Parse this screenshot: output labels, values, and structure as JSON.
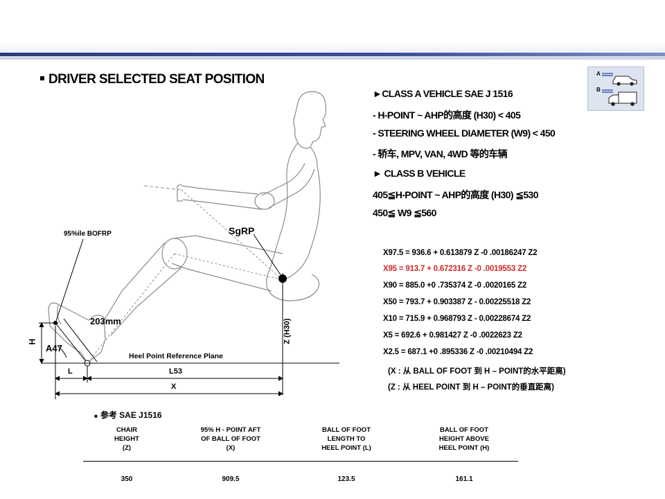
{
  "header": {
    "title": "DRIVER SELECTED SEAT POSITION"
  },
  "class_lines": [
    "►CLASS A VEHICLE  SAE J 1516",
    "- H-POINT ~ AHP的高度 (H30) < 405",
    "- STEERING WHEEL DIAMETER (W9) < 450",
    "- 轿车, MPV, VAN, 4WD 等的车辆",
    "► CLASS B VEHICLE",
    "405≦H-POINT ~ AHP的高度 (H30) ≦530",
    "450≦  W9  ≦560"
  ],
  "class_icon": {
    "label_a": "A",
    "label_b": "B",
    "icon_a": "car-icon",
    "icon_b": "truck-icon"
  },
  "equations": [
    {
      "name": "X97.5",
      "text": "X97.5 =   936.6  + 0.613879  Z -0 .00186247   Z2",
      "color": "#000000"
    },
    {
      "name": "X95",
      "text": "X95    =     913.7  + 0.672316  Z -0 .0019553   Z2",
      "color": "#cc2a2a"
    },
    {
      "name": "X90",
      "text": "X90    =     885.0  +0 .735374  Z -0 .0020165   Z2",
      "color": "#000000"
    },
    {
      "name": "X50",
      "text": "X50    =     793.7  + 0.903387  Z - 0.00225518   Z2",
      "color": "#000000"
    },
    {
      "name": "X10",
      "text": "X10    =     715.9  + 0.968793  Z - 0.00228674   Z2",
      "color": "#000000"
    },
    {
      "name": "X5",
      "text": "X5      =       692.6  + 0.981427  Z -0 .0022623    Z2",
      "color": "#000000"
    },
    {
      "name": "X2.5",
      "text": "X2.5 =    687.1  +0 .895336  Z -0 .00210494   Z2",
      "color": "#000000"
    }
  ],
  "notes": [
    "(X : 从 BALL  OF FOOT  到 H – POINT的水平距离)",
    "(Z : 从 HEEL POINT  到 H – POINT的垂直距离)"
  ],
  "diagram_labels": {
    "bofrp": "95%ile BOFRP",
    "sgrp": "SgRP",
    "dim_203": "203mm",
    "h": "H",
    "a47": "A47",
    "heel_plane": "Heel Point Reference  Plane",
    "z_h30": "Z (H30)",
    "l": "L",
    "l53": "L53",
    "x": "X"
  },
  "reference": {
    "title": "参考 SAE J1516",
    "headers": [
      "CHAIR\nHEIGHT\n(Z)",
      "95% H - POINT AFT\nOF BALL OF FOOT\n(X)",
      "BALL OF FOOT\nLENGTH TO\nHEEL POINT (L)",
      "BALL OF FOOT\nHEIGHT ABOVE\nHEEL POINT (H)"
    ],
    "values": [
      "350",
      "909.5",
      "123.5",
      "161.1"
    ]
  }
}
